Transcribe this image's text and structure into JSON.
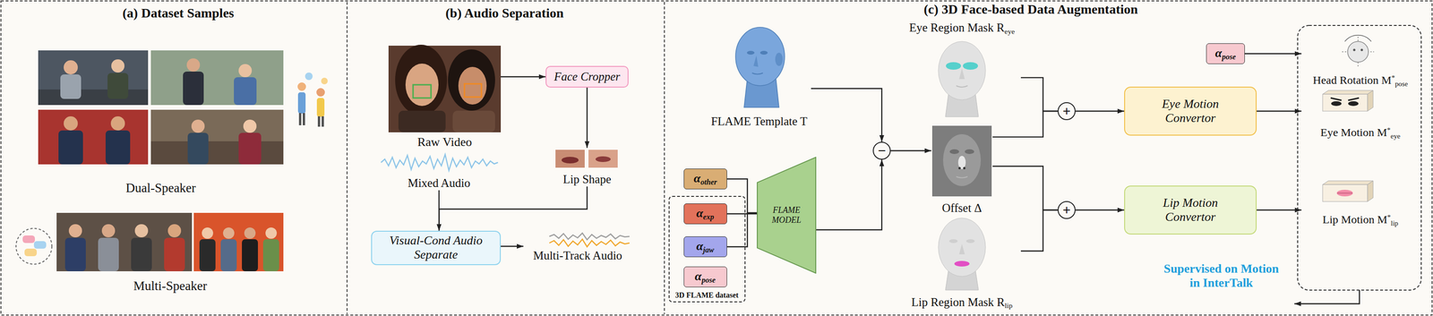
{
  "diagram": {
    "nodes": [
      {
        "text": [
          "Raw Video"
        ]
      },
      {
        "text": [
          "Face Cropper"
        ]
      },
      {
        "text": [
          "Lip Shape"
        ]
      },
      {
        "text": [
          "Mixed Audio"
        ]
      },
      {
        "text": [
          "Visual-Cond Audio Separate"
        ]
      },
      {
        "text": [
          "Multi-Track Audio"
        ]
      },
      {
        "text": [
          "FLAME Template T"
        ]
      },
      {
        "text": [
          "α",
          "other"
        ]
      },
      {
        "text": [
          "3D FLAME dataset"
        ]
      },
      {
        "text": [
          "α",
          "exp"
        ],
        "in": 8
      },
      {
        "text": [
          "α",
          "jaw"
        ],
        "in": 8
      },
      {
        "text": [
          "α",
          "pose"
        ],
        "in": 8
      },
      {
        "text": [
          "FLAME MODEL"
        ]
      },
      {
        "text": [
          "−"
        ]
      },
      {
        "text": [
          "Offset Δ"
        ]
      },
      {
        "text": [
          "Eye Region Mask R",
          "eye"
        ]
      },
      {
        "text": [
          "Lip Region Mask R",
          "lip"
        ]
      },
      {
        "text": [
          "+"
        ]
      },
      {
        "text": [
          "+"
        ]
      },
      {
        "text": [
          "Eye Motion Convertor"
        ]
      },
      {
        "text": [
          "Lip Motion Convertor"
        ]
      },
      {
        "text": [
          "α",
          "pose"
        ]
      },
      {
        "text": [
          "Head Rotation M",
          "*",
          "pose"
        ]
      },
      {
        "text": [
          "Eye Motion M",
          "*",
          "eye"
        ]
      },
      {
        "text": [
          "Lip Motion M",
          "*",
          "lip"
        ]
      }
    ],
    "edges": [
      {
        "from": 0,
        "to": 1,
        "arrow": "to"
      },
      {
        "from": 1,
        "to": 2,
        "arrow": "to"
      },
      {
        "from": 2,
        "to": 4,
        "arrow": "to"
      },
      {
        "from": 3,
        "to": 4,
        "arrow": "to"
      },
      {
        "from": 4,
        "to": 5,
        "arrow": "to"
      },
      {
        "from": 6,
        "to": 13,
        "arrow": "to"
      },
      {
        "from": 7,
        "to": 12,
        "arrow": "none"
      },
      {
        "from": 9,
        "to": 12,
        "arrow": "none"
      },
      {
        "from": 10,
        "to": 12,
        "arrow": "none"
      },
      {
        "from": 12,
        "to": 13,
        "arrow": "to"
      },
      {
        "from": 13,
        "to": 14,
        "arrow": "to"
      },
      {
        "from": 15,
        "to": 17,
        "arrow": "none"
      },
      {
        "from": 14,
        "to": 17,
        "arrow": "none"
      },
      {
        "from": 14,
        "to": 18,
        "arrow": "none"
      },
      {
        "from": 16,
        "to": 18,
        "arrow": "none"
      },
      {
        "from": 17,
        "to": 19,
        "arrow": "to"
      },
      {
        "from": 18,
        "to": 20,
        "arrow": "to"
      },
      {
        "from": 19,
        "to": 23,
        "arrow": "to"
      },
      {
        "from": 20,
        "to": 24,
        "arrow": "to"
      },
      {
        "from": 21,
        "to": 22,
        "arrow": "to"
      }
    ],
    "labels": [
      "(a) Dataset Samples",
      "Dual-Speaker",
      "Multi-Speaker",
      "(b) Audio Separation",
      "(c) 3D Face-based Data Augmentation",
      "Supervised on Motion in InterTalk"
    ]
  }
}
